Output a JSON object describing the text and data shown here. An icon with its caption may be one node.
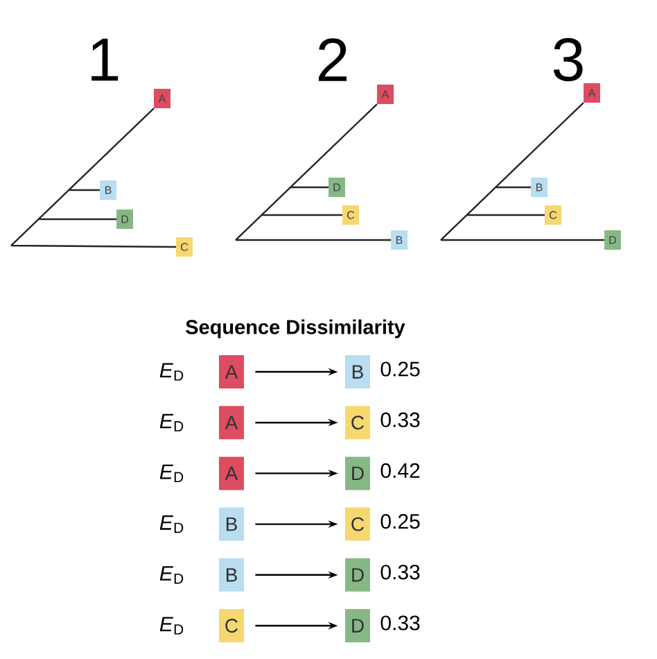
{
  "diagram": {
    "title": "Sequence Dissimilarity",
    "nodes": [
      {
        "text": [
          "A"
        ]
      },
      {
        "text": [
          "B"
        ]
      },
      {
        "text": [
          "D"
        ]
      },
      {
        "text": [
          "C"
        ]
      },
      {
        "text": [
          "A"
        ]
      },
      {
        "text": [
          "D"
        ]
      },
      {
        "text": [
          "C"
        ]
      },
      {
        "text": [
          "B"
        ]
      },
      {
        "text": [
          "A"
        ]
      },
      {
        "text": [
          "B"
        ]
      },
      {
        "text": [
          "C"
        ]
      },
      {
        "text": [
          "D"
        ]
      },
      {
        "text": [
          "A"
        ]
      },
      {
        "text": [
          "B"
        ]
      },
      {
        "text": [
          "A"
        ]
      },
      {
        "text": [
          "C"
        ]
      },
      {
        "text": [
          "A"
        ]
      },
      {
        "text": [
          "D"
        ]
      },
      {
        "text": [
          "B"
        ]
      },
      {
        "text": [
          "C"
        ]
      },
      {
        "text": [
          "B"
        ]
      },
      {
        "text": [
          "D"
        ]
      },
      {
        "text": [
          "C"
        ]
      },
      {
        "text": [
          "D"
        ]
      }
    ],
    "edges": [
      {
        "from": 12,
        "to": 13,
        "arrow": "to"
      },
      {
        "from": 14,
        "to": 15,
        "arrow": "to"
      },
      {
        "from": 16,
        "to": 17,
        "arrow": "to"
      },
      {
        "from": 18,
        "to": 19,
        "arrow": "to"
      },
      {
        "from": 20,
        "to": 21,
        "arrow": "to"
      },
      {
        "from": 22,
        "to": 23,
        "arrow": "to"
      }
    ],
    "labels": [
      "1",
      "2",
      "3",
      "*E*$_{D}$",
      "0.25",
      "*E*$_{D}$",
      "0.33",
      "*E*$_{D}$",
      "0.42",
      "*E*$_{D}$",
      "0.25",
      "*E*$_{D}$",
      "0.33",
      "*E*$_{D}$",
      "0.33"
    ]
  }
}
